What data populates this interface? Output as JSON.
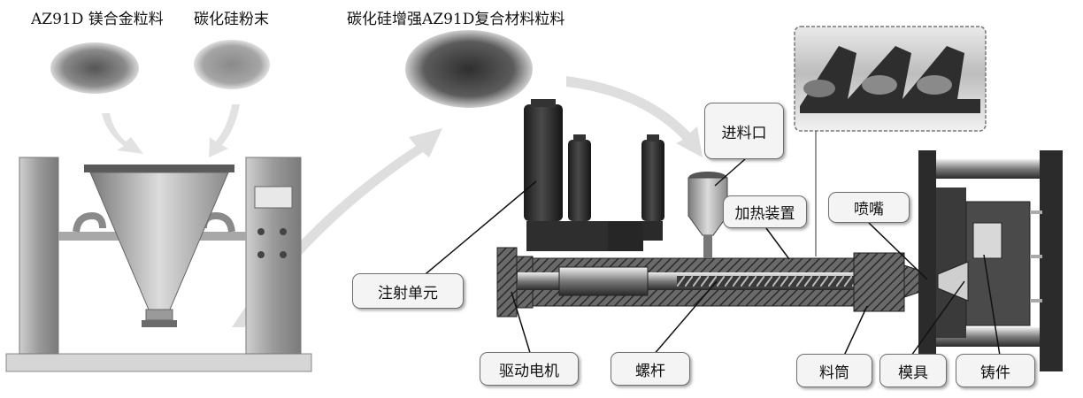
{
  "labels": {
    "material_az91d": "AZ91D 镁合金粒料",
    "material_sic": "碳化硅粉末",
    "material_composite": "碳化硅增强AZ91D复合材料粒料"
  },
  "callouts": {
    "feed_port": "进料口",
    "heating_device": "加热装置",
    "nozzle": "喷嘴",
    "injection_unit": "注射单元",
    "drive_motor": "驱动电机",
    "screw": "螺杆",
    "barrel": "料筒",
    "mold": "模具",
    "casting": "铸件"
  }
}
